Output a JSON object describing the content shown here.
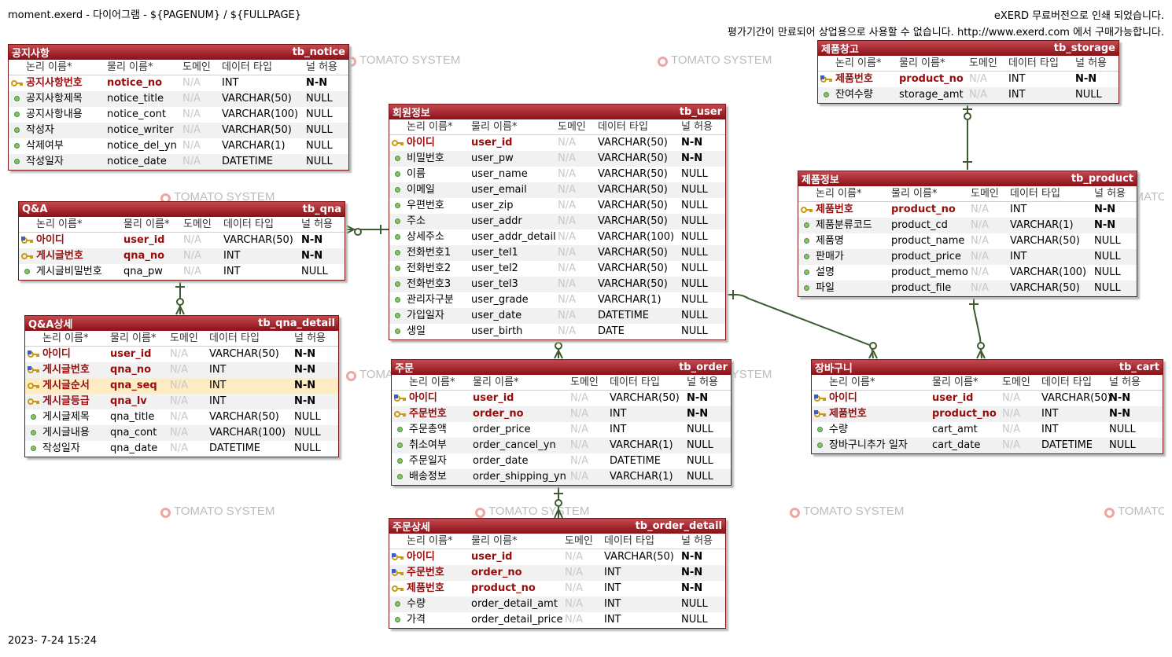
{
  "header": {
    "title": "moment.exerd - 다이어그램 - ${PAGENUM} / ${FULLPAGE}",
    "notice_line1": "eXERD 무료버전으로 인쇄 되었습니다.",
    "notice_line2": "평가기간이 만료되어 상업용으로 사용할 수 없습니다. http://www.exerd.com 에서 구매가능합니다."
  },
  "footer": {
    "timestamp": "2023- 7-24 15:24"
  },
  "watermark": {
    "text": "TOMATO SYSTEM"
  },
  "columns": {
    "logical": "논리 이름*",
    "physical": "물리 이름*",
    "domain": "도메인",
    "datatype": "데이터 타입",
    "nullable": "널 허용"
  },
  "colors": {
    "header_start": "#c4494f",
    "header_end": "#8c0f16",
    "pk_text": "#9a0c0c",
    "relation_line": "#3d5a30",
    "row_highlight": "#fdebc4"
  },
  "tables": {
    "notice": {
      "logical_name": "공지사항",
      "physical_name": "tb_notice",
      "rows": [
        {
          "icon": "key-icon",
          "logical": "공지사항번호",
          "physical": "notice_no",
          "domain": "N/A",
          "type": "INT",
          "nullable": "N-N",
          "pk": true
        },
        {
          "icon": "attribute-icon",
          "logical": "공지사항제목",
          "physical": "notice_title",
          "domain": "N/A",
          "type": "VARCHAR(50)",
          "nullable": "NULL"
        },
        {
          "icon": "attribute-icon",
          "logical": "공지사항내용",
          "physical": "notice_cont",
          "domain": "N/A",
          "type": "VARCHAR(100)",
          "nullable": "NULL"
        },
        {
          "icon": "attribute-icon",
          "logical": "작성자",
          "physical": "notice_writer",
          "domain": "N/A",
          "type": "VARCHAR(50)",
          "nullable": "NULL"
        },
        {
          "icon": "attribute-icon",
          "logical": "삭제여부",
          "physical": "notice_del_yn",
          "domain": "N/A",
          "type": "VARCHAR(1)",
          "nullable": "NULL"
        },
        {
          "icon": "attribute-icon",
          "logical": "작성일자",
          "physical": "notice_date",
          "domain": "N/A",
          "type": "DATETIME",
          "nullable": "NULL"
        }
      ]
    },
    "qna": {
      "logical_name": "Q&A",
      "physical_name": "tb_qna",
      "rows": [
        {
          "icon": "foreign-key-icon",
          "logical": "아이디",
          "physical": "user_id",
          "domain": "N/A",
          "type": "VARCHAR(50)",
          "nullable": "N-N",
          "pk": true
        },
        {
          "icon": "key-icon",
          "logical": "게시글번호",
          "physical": "qna_no",
          "domain": "N/A",
          "type": "INT",
          "nullable": "N-N",
          "pk": true
        },
        {
          "icon": "attribute-icon",
          "logical": "게시글비밀번호",
          "physical": "qna_pw",
          "domain": "N/A",
          "type": "INT",
          "nullable": "NULL"
        }
      ]
    },
    "qna_detail": {
      "logical_name": "Q&A상세",
      "physical_name": "tb_qna_detail",
      "rows": [
        {
          "icon": "foreign-key-icon",
          "logical": "아이디",
          "physical": "user_id",
          "domain": "N/A",
          "type": "VARCHAR(50)",
          "nullable": "N-N",
          "pk": true
        },
        {
          "icon": "foreign-key-icon",
          "logical": "게시글번호",
          "physical": "qna_no",
          "domain": "N/A",
          "type": "INT",
          "nullable": "N-N",
          "pk": true
        },
        {
          "icon": "key-icon",
          "logical": "게시글순서",
          "physical": "qna_seq",
          "domain": "N/A",
          "type": "INT",
          "nullable": "N-N",
          "pk": true,
          "highlight": true
        },
        {
          "icon": "key-icon",
          "logical": "게시글등급",
          "physical": "qna_lv",
          "domain": "N/A",
          "type": "INT",
          "nullable": "N-N",
          "pk": true
        },
        {
          "icon": "attribute-icon",
          "logical": "게시글제목",
          "physical": "qna_title",
          "domain": "N/A",
          "type": "VARCHAR(50)",
          "nullable": "NULL"
        },
        {
          "icon": "attribute-icon",
          "logical": "게시글내용",
          "physical": "qna_cont",
          "domain": "N/A",
          "type": "VARCHAR(100)",
          "nullable": "NULL"
        },
        {
          "icon": "attribute-icon",
          "logical": "작성일자",
          "physical": "qna_date",
          "domain": "N/A",
          "type": "DATETIME",
          "nullable": "NULL"
        }
      ]
    },
    "user": {
      "logical_name": "회원정보",
      "physical_name": "tb_user",
      "rows": [
        {
          "icon": "key-icon",
          "logical": "아이디",
          "physical": "user_id",
          "domain": "N/A",
          "type": "VARCHAR(50)",
          "nullable": "N-N",
          "pk": true
        },
        {
          "icon": "attribute-icon",
          "logical": "비밀번호",
          "physical": "user_pw",
          "domain": "N/A",
          "type": "VARCHAR(50)",
          "nullable": "N-N"
        },
        {
          "icon": "attribute-icon",
          "logical": "이름",
          "physical": "user_name",
          "domain": "N/A",
          "type": "VARCHAR(50)",
          "nullable": "NULL"
        },
        {
          "icon": "attribute-icon",
          "logical": "이메일",
          "physical": "user_email",
          "domain": "N/A",
          "type": "VARCHAR(50)",
          "nullable": "NULL"
        },
        {
          "icon": "attribute-icon",
          "logical": "우편번호",
          "physical": "user_zip",
          "domain": "N/A",
          "type": "VARCHAR(50)",
          "nullable": "NULL"
        },
        {
          "icon": "attribute-icon",
          "logical": "주소",
          "physical": "user_addr",
          "domain": "N/A",
          "type": "VARCHAR(50)",
          "nullable": "NULL"
        },
        {
          "icon": "attribute-icon",
          "logical": "상세주소",
          "physical": "user_addr_detail",
          "domain": "N/A",
          "type": "VARCHAR(100)",
          "nullable": "NULL"
        },
        {
          "icon": "attribute-icon",
          "logical": "전화번호1",
          "physical": "user_tel1",
          "domain": "N/A",
          "type": "VARCHAR(50)",
          "nullable": "NULL"
        },
        {
          "icon": "attribute-icon",
          "logical": "전화번호2",
          "physical": "user_tel2",
          "domain": "N/A",
          "type": "VARCHAR(50)",
          "nullable": "NULL"
        },
        {
          "icon": "attribute-icon",
          "logical": "전화번호3",
          "physical": "user_tel3",
          "domain": "N/A",
          "type": "VARCHAR(50)",
          "nullable": "NULL"
        },
        {
          "icon": "attribute-icon",
          "logical": "관리자구분",
          "physical": "user_grade",
          "domain": "N/A",
          "type": "VARCHAR(1)",
          "nullable": "NULL"
        },
        {
          "icon": "attribute-icon",
          "logical": "가입일자",
          "physical": "user_date",
          "domain": "N/A",
          "type": "DATETIME",
          "nullable": "NULL"
        },
        {
          "icon": "attribute-icon",
          "logical": "생일",
          "physical": "user_birth",
          "domain": "N/A",
          "type": "DATE",
          "nullable": "NULL"
        }
      ]
    },
    "order": {
      "logical_name": "주문",
      "physical_name": "tb_order",
      "rows": [
        {
          "icon": "foreign-key-icon",
          "logical": "아이디",
          "physical": "user_id",
          "domain": "N/A",
          "type": "VARCHAR(50)",
          "nullable": "N-N",
          "pk": true
        },
        {
          "icon": "key-icon",
          "logical": "주문번호",
          "physical": "order_no",
          "domain": "N/A",
          "type": "INT",
          "nullable": "N-N",
          "pk": true
        },
        {
          "icon": "attribute-icon",
          "logical": "주문총액",
          "physical": "order_price",
          "domain": "N/A",
          "type": "INT",
          "nullable": "NULL"
        },
        {
          "icon": "attribute-icon",
          "logical": "취소여부",
          "physical": "order_cancel_yn",
          "domain": "N/A",
          "type": "VARCHAR(1)",
          "nullable": "NULL"
        },
        {
          "icon": "attribute-icon",
          "logical": "주문일자",
          "physical": "order_date",
          "domain": "N/A",
          "type": "DATETIME",
          "nullable": "NULL"
        },
        {
          "icon": "attribute-icon",
          "logical": "배송정보",
          "physical": "order_shipping_yn",
          "domain": "N/A",
          "type": "VARCHAR(1)",
          "nullable": "NULL"
        }
      ]
    },
    "order_detail": {
      "logical_name": "주문상세",
      "physical_name": "tb_order_detail",
      "rows": [
        {
          "icon": "foreign-key-icon",
          "logical": "아이디",
          "physical": "user_id",
          "domain": "N/A",
          "type": "VARCHAR(50)",
          "nullable": "N-N",
          "pk": true
        },
        {
          "icon": "foreign-key-icon",
          "logical": "주문번호",
          "physical": "order_no",
          "domain": "N/A",
          "type": "INT",
          "nullable": "N-N",
          "pk": true
        },
        {
          "icon": "key-icon",
          "logical": "제품번호",
          "physical": "product_no",
          "domain": "N/A",
          "type": "INT",
          "nullable": "N-N",
          "pk": true
        },
        {
          "icon": "attribute-icon",
          "logical": "수량",
          "physical": "order_detail_amt",
          "domain": "N/A",
          "type": "INT",
          "nullable": "NULL"
        },
        {
          "icon": "attribute-icon",
          "logical": "가격",
          "physical": "order_detail_price",
          "domain": "N/A",
          "type": "INT",
          "nullable": "NULL"
        }
      ]
    },
    "storage": {
      "logical_name": "제품창고",
      "physical_name": "tb_storage",
      "rows": [
        {
          "icon": "foreign-key-icon",
          "logical": "제품번호",
          "physical": "product_no",
          "domain": "N/A",
          "type": "INT",
          "nullable": "N-N",
          "pk": true
        },
        {
          "icon": "attribute-icon",
          "logical": "잔여수량",
          "physical": "storage_amt",
          "domain": "N/A",
          "type": "INT",
          "nullable": "NULL"
        }
      ]
    },
    "product": {
      "logical_name": "제품정보",
      "physical_name": "tb_product",
      "rows": [
        {
          "icon": "key-icon",
          "logical": "제품번호",
          "physical": "product_no",
          "domain": "N/A",
          "type": "INT",
          "nullable": "N-N",
          "pk": true
        },
        {
          "icon": "attribute-icon",
          "logical": "제품분류코드",
          "physical": "product_cd",
          "domain": "N/A",
          "type": "VARCHAR(1)",
          "nullable": "N-N"
        },
        {
          "icon": "attribute-icon",
          "logical": "제품명",
          "physical": "product_name",
          "domain": "N/A",
          "type": "VARCHAR(50)",
          "nullable": "NULL"
        },
        {
          "icon": "attribute-icon",
          "logical": "판매가",
          "physical": "product_price",
          "domain": "N/A",
          "type": "INT",
          "nullable": "NULL"
        },
        {
          "icon": "attribute-icon",
          "logical": "설명",
          "physical": "product_memo",
          "domain": "N/A",
          "type": "VARCHAR(100)",
          "nullable": "NULL"
        },
        {
          "icon": "attribute-icon",
          "logical": "파일",
          "physical": "product_file",
          "domain": "N/A",
          "type": "VARCHAR(50)",
          "nullable": "NULL"
        }
      ]
    },
    "cart": {
      "logical_name": "장바구니",
      "physical_name": "tb_cart",
      "rows": [
        {
          "icon": "foreign-key-icon",
          "logical": "아이디",
          "physical": "user_id",
          "domain": "N/A",
          "type": "VARCHAR(50)",
          "nullable": "N-N",
          "pk": true
        },
        {
          "icon": "foreign-key-icon",
          "logical": "제품번호",
          "physical": "product_no",
          "domain": "N/A",
          "type": "INT",
          "nullable": "N-N",
          "pk": true
        },
        {
          "icon": "attribute-icon",
          "logical": "수량",
          "physical": "cart_amt",
          "domain": "N/A",
          "type": "INT",
          "nullable": "NULL"
        },
        {
          "icon": "attribute-icon",
          "logical": "장바구니추가 일자",
          "physical": "cart_date",
          "domain": "N/A",
          "type": "DATETIME",
          "nullable": "NULL"
        }
      ]
    }
  }
}
